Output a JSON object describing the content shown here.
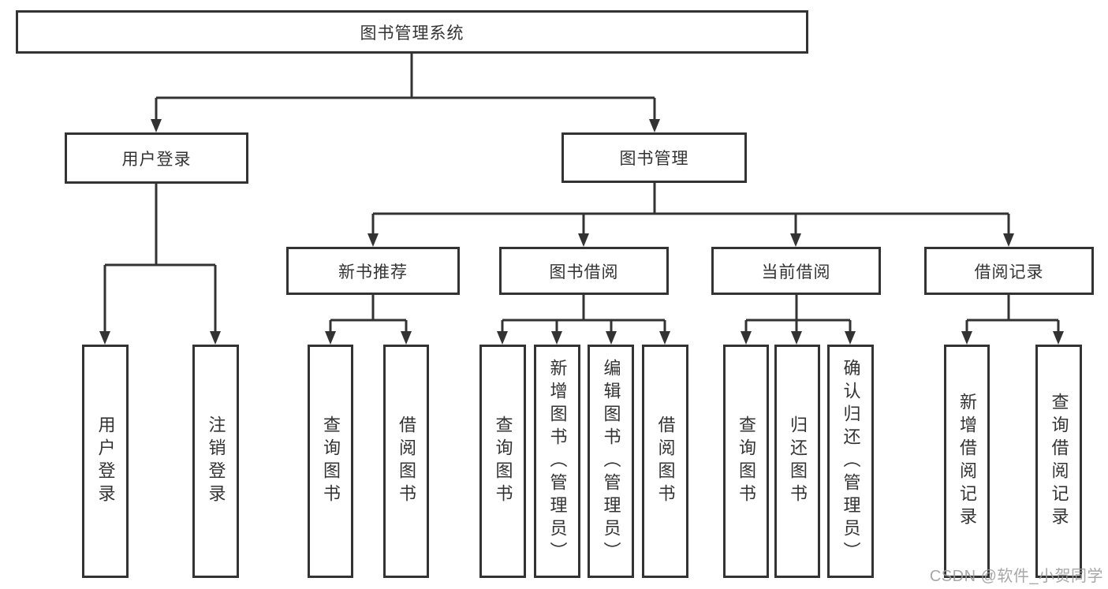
{
  "diagram": {
    "root": {
      "label": "图书管理系统"
    },
    "level2": [
      {
        "label": "用户登录"
      },
      {
        "label": "图书管理"
      }
    ],
    "level3": [
      {
        "label": "新书推荐"
      },
      {
        "label": "图书借阅"
      },
      {
        "label": "当前借阅"
      },
      {
        "label": "借阅记录"
      }
    ],
    "leaves": {
      "user_login": [
        "用户登录",
        "注销登录"
      ],
      "new_book": [
        "查询图书",
        "借阅图书"
      ],
      "book_borrow": [
        "查询图书",
        "新增图书（管理员）",
        "编辑图书（管理员）",
        "借阅图书"
      ],
      "current_borrow": [
        "查询图书",
        "归还图书",
        "确认归还（管理员）"
      ],
      "borrow_records": [
        "新增借阅记录",
        "查询借阅记录"
      ]
    }
  },
  "watermark": {
    "text": "CSDN @软件_小贺同学"
  },
  "colors": {
    "line": "#333333",
    "box_border": "#333333",
    "text": "#333333",
    "background": "#ffffff",
    "watermark": "#9e9e9e"
  }
}
